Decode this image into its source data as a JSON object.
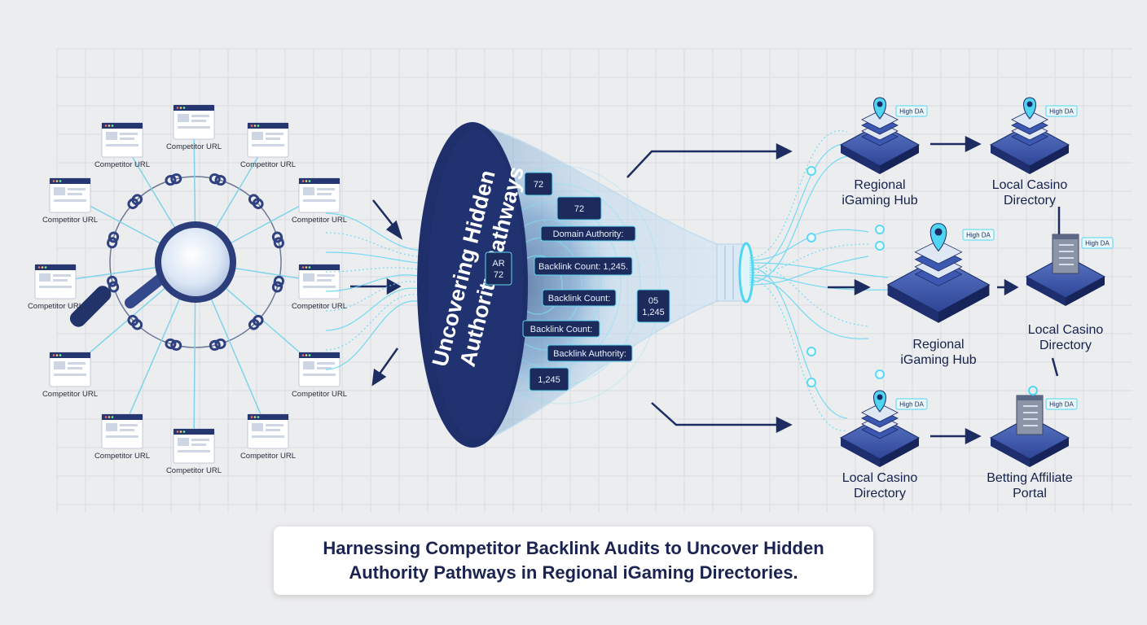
{
  "funnel_title": [
    "Uncovering Hidden",
    "Authority Pathways"
  ],
  "competitor_label": "Competitor URL",
  "metrics": [
    {
      "text": "72"
    },
    {
      "text": "72"
    },
    {
      "text": "Domain Authority:"
    },
    {
      "text": "AR 72"
    },
    {
      "text": "Backlink Count: 1,245."
    },
    {
      "text": "Backlink Count:"
    },
    {
      "text": "05 1,245"
    },
    {
      "text": "Backlink Count:"
    },
    {
      "text": "Backlink Authority:"
    },
    {
      "text": "1,245"
    }
  ],
  "badge_label": "High DA",
  "directories": [
    {
      "title": [
        "Regional",
        "iGaming Hub"
      ]
    },
    {
      "title": [
        "Local Casino",
        "Directory"
      ]
    },
    {
      "title": [
        "Regional",
        "iGaming Hub"
      ]
    },
    {
      "title": [
        "Local Casino",
        "Directory"
      ]
    },
    {
      "title": [
        "Local Casino",
        "Directory"
      ]
    },
    {
      "title": [
        "Betting Affiliate",
        "Portal"
      ]
    }
  ],
  "caption": "Harnessing Competitor Backlink Audits to Uncover Hidden Authority Pathways in Regional iGaming Directories."
}
